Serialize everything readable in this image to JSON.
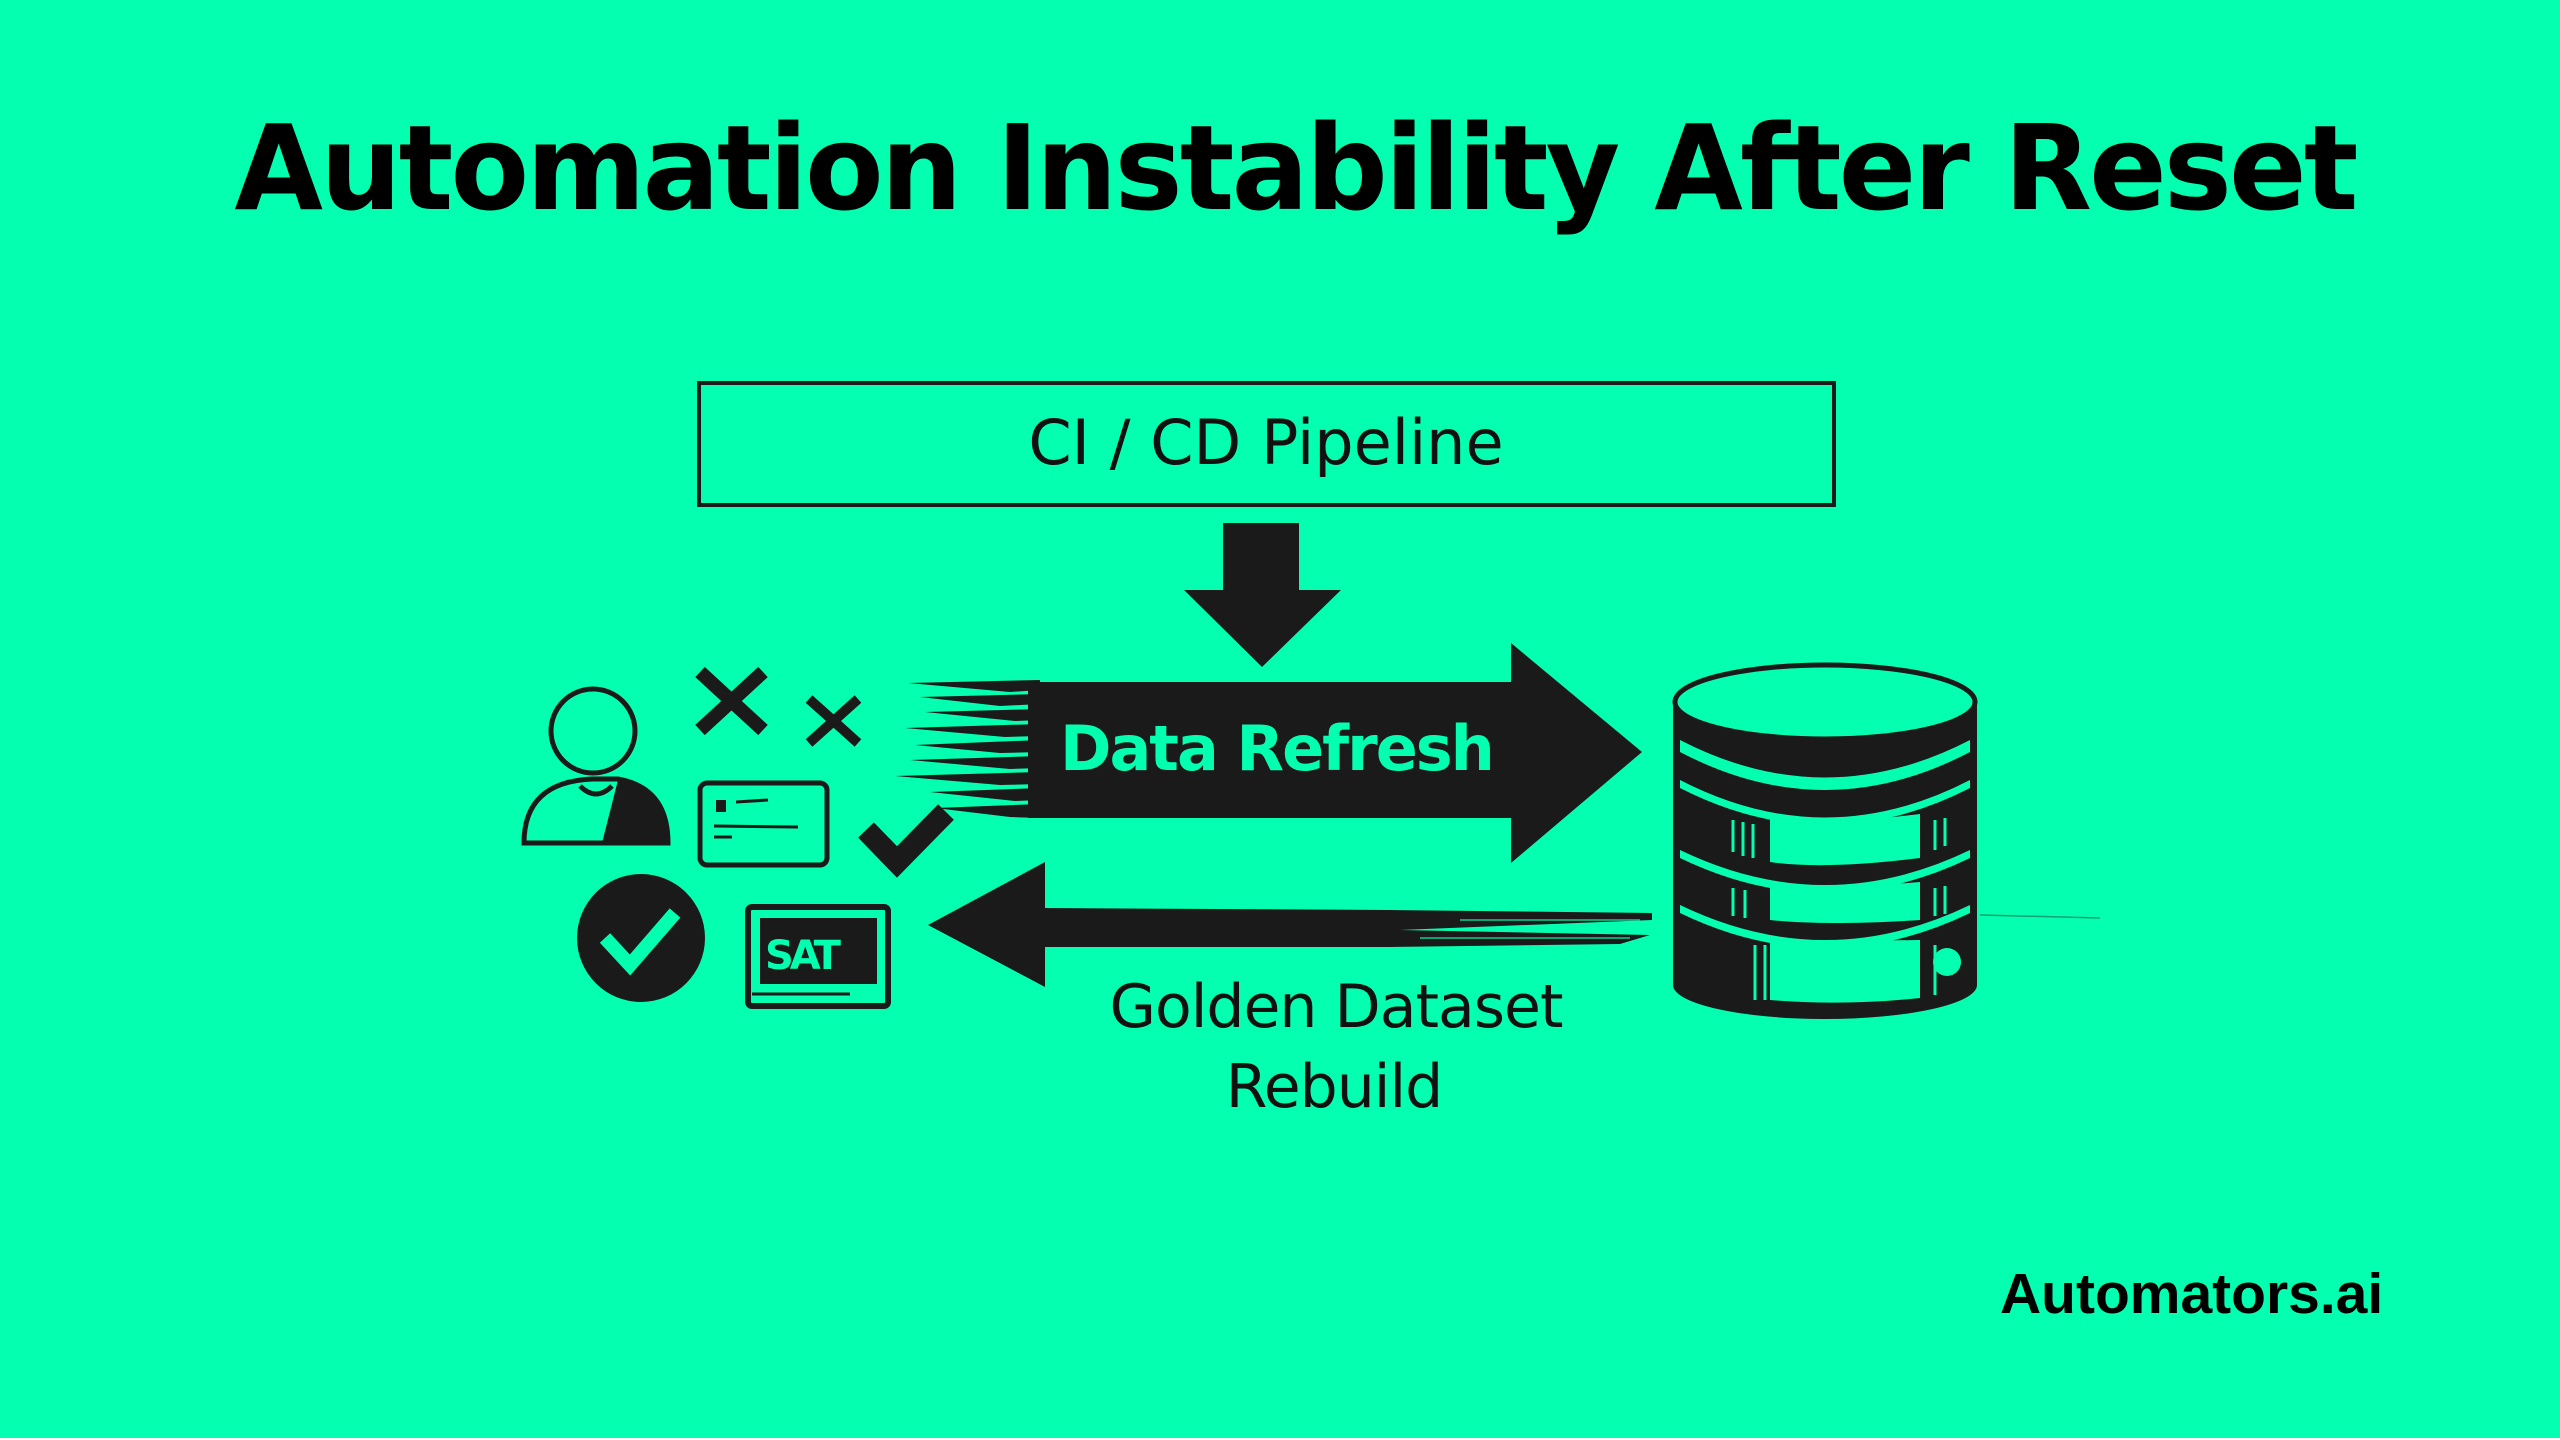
{
  "page": {
    "title": "Automation Instability After Reset",
    "brand": "Automators.ai",
    "colors": {
      "background": "#05FFB0",
      "foreground": "#1A1A1A",
      "text": "#000000"
    }
  },
  "diagram": {
    "pipeline_box": {
      "label": "CI / CD Pipeline"
    },
    "down_arrow": {
      "icon": "arrow-down-icon"
    },
    "data_refresh_arrow": {
      "label": "Data Refresh",
      "direction": "right",
      "icon": "arrow-right-icon"
    },
    "golden_dataset_arrow": {
      "label_line1": "Golden Dataset",
      "label_line2": "Rebuild",
      "direction": "left",
      "icon": "arrow-left-icon"
    },
    "database": {
      "icon": "database-icon"
    },
    "left_icons": [
      {
        "icon": "user-icon"
      },
      {
        "icon": "x-mark-icon"
      },
      {
        "icon": "x-mark-small-icon"
      },
      {
        "icon": "id-card-icon"
      },
      {
        "icon": "checkmark-icon"
      },
      {
        "icon": "check-circle-icon"
      },
      {
        "icon": "test-screen-icon",
        "label": "SAT"
      }
    ]
  }
}
